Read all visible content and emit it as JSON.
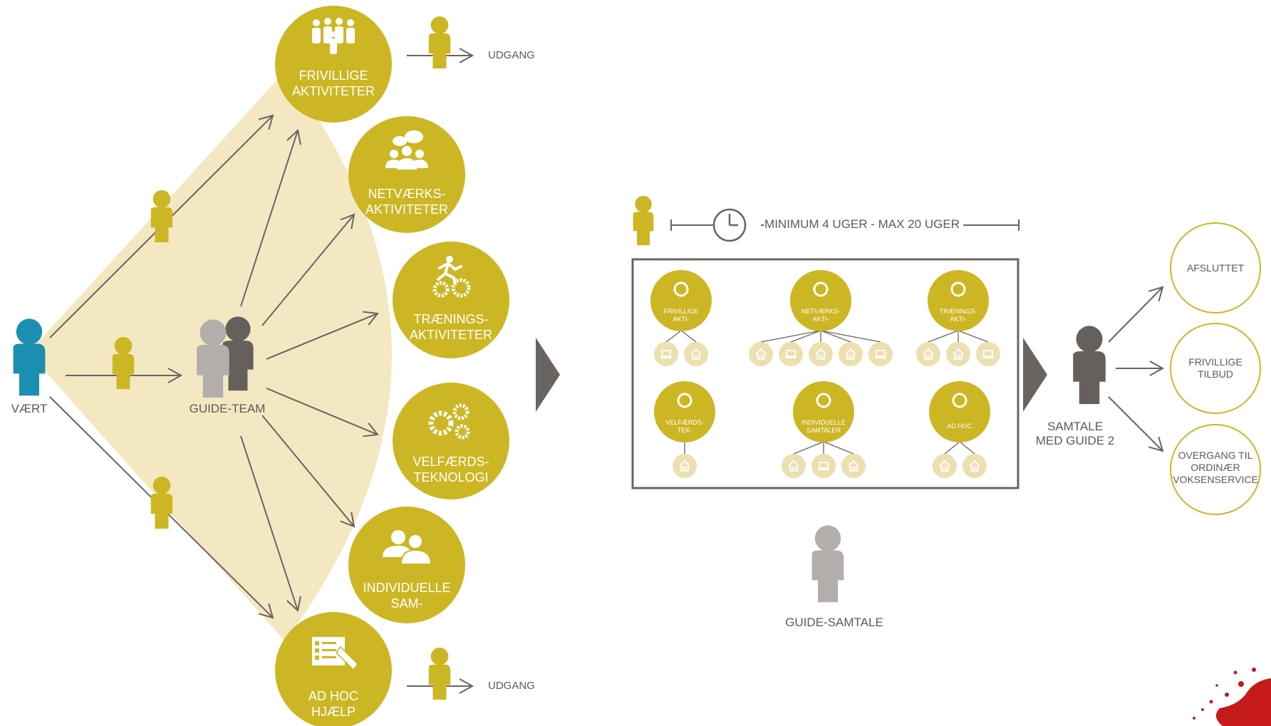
{
  "colors": {
    "gold": "#cdb624",
    "pale": "#f4e8c2",
    "pale_circle": "#ece0b0",
    "teal": "#1a8fb0",
    "dark_gray": "#66605c",
    "light_gray": "#b3aeab",
    "text": "#5e5a57",
    "arrow": "#6a6461"
  },
  "left": {
    "host_label": "VÆRT",
    "team_label": "GUIDE-TEAM",
    "exit_labels": [
      "UDGANG",
      "UDGANG"
    ],
    "activities": [
      {
        "line1": "FRIVILLIGE",
        "line2": "AKTIVITETER",
        "icon": "group-icon"
      },
      {
        "line1": "NETVÆRKS-",
        "line2": "AKTIVITETER",
        "icon": "chat-group-icon"
      },
      {
        "line1": "TRÆNINGS-",
        "line2": "AKTIVITETER",
        "icon": "runner-gears-icon"
      },
      {
        "line1": "VELFÆRDS-",
        "line2": "TEKNOLOGI",
        "icon": "gears-icon"
      },
      {
        "line1": "INDIVIDUELLE",
        "line2": "SAM-",
        "icon": "two-people-icon"
      },
      {
        "line1": "AD HOC",
        "line2": "HJÆLP",
        "icon": "checklist-icon"
      }
    ]
  },
  "middle": {
    "duration_label": "MINIMUM 4 UGER - MAX 20 UGER",
    "box_activities": [
      {
        "line1": "FRIVILLIGE",
        "line2": "AKTI-",
        "icon": "group-icon",
        "children": [
          "laptop-icon",
          "house-icon"
        ]
      },
      {
        "line1": "NETVÆRKS-",
        "line2": "AKTI-",
        "icon": "chat-group-icon",
        "children": [
          "house-icon",
          "laptop-icon",
          "house-icon",
          "house-icon",
          "laptop-icon"
        ]
      },
      {
        "line1": "TRÆNINGS-",
        "line2": "AKTI-",
        "icon": "runner-gears-icon",
        "children": [
          "house-icon",
          "house-icon",
          "laptop-icon"
        ]
      },
      {
        "line1": "VELFÆRDS-",
        "line2": "TEK-",
        "icon": "gears-icon",
        "children": [
          "house-icon"
        ]
      },
      {
        "line1": "INDIVIDUELLE",
        "line2": "SAMTALER",
        "icon": "two-people-icon",
        "children": [
          "house-icon",
          "laptop-icon",
          "house-icon"
        ]
      },
      {
        "line1": "AD HOC",
        "line2": "",
        "icon": "checklist-icon",
        "children": [
          "house-icon",
          "house-icon"
        ]
      }
    ],
    "guide_talk_label": "GUIDE-SAMTALE"
  },
  "right": {
    "talk_line1": "SAMTALE",
    "talk_line2": "MED GUIDE 2",
    "outcomes": [
      {
        "line1": "AFSLUTTET",
        "line2": "",
        "line3": ""
      },
      {
        "line1": "FRIVILLIGE",
        "line2": "TILBUD",
        "line3": ""
      },
      {
        "line1": "OVERGANG TIL",
        "line2": "ORDINÆR",
        "line3": "VOKSENSERVICE"
      }
    ]
  }
}
